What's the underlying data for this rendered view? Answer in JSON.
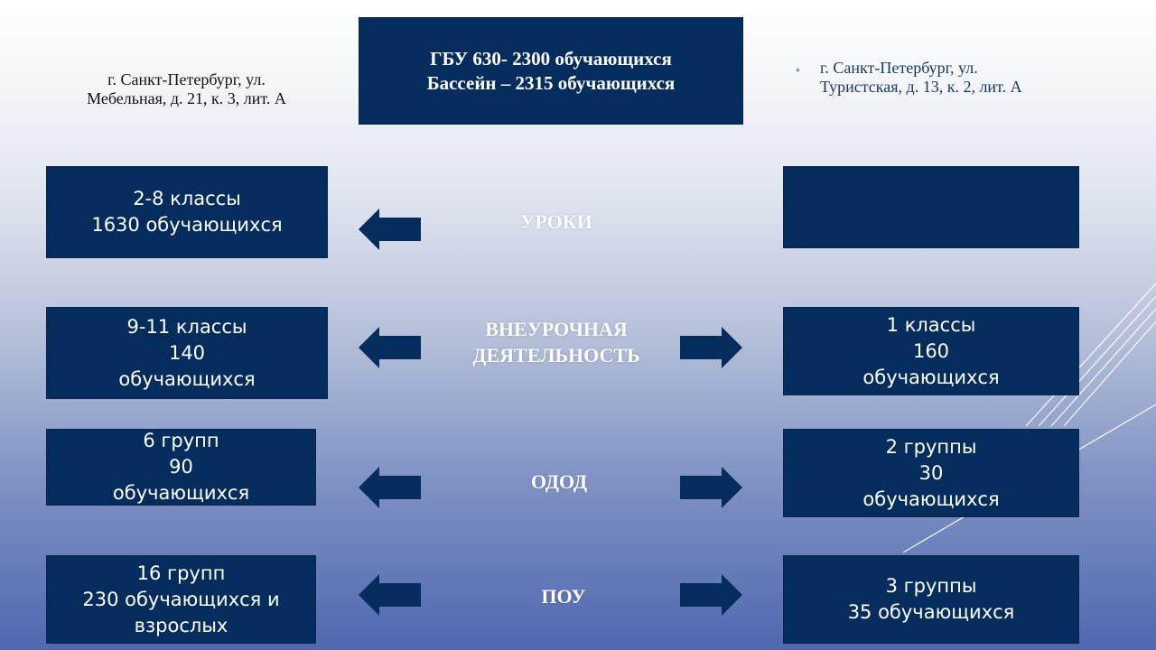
{
  "header": {
    "center": "ГБУ 630- 2300 обучающихся\nБассейн – 2315 обучающихся",
    "left_address": "г. Санкт-Петербург,  ул.\nМебельная,  д. 21, к. 3, лит. А",
    "right_address": "г. Санкт-Петербург,  ул.\nТуристская,  д. 13, к. 2, лит. А"
  },
  "rows": [
    {
      "category": "УРОКИ",
      "left": "2-8 классы\n1630 обучающихся",
      "right": ""
    },
    {
      "category": "ВНЕУРОЧНАЯ\nДЕЯТЕЛЬНОСТЬ",
      "left": "9-11 классы\n140\nобучающихся",
      "right": "1 классы\n160\nобучающихся"
    },
    {
      "category": "ОДОД",
      "left": "6 групп\n90\nобучающихся",
      "right": "2 группы\n30\nобучающихся"
    },
    {
      "category": "ПОУ",
      "left": "16 групп\n230 обучающихся и\nвзрослых",
      "right": "3 группы\n35 обучающихся"
    }
  ],
  "colors": {
    "box_fill": "#042d5e",
    "arrow_fill": "#042d5e",
    "label_text": "#ffffff"
  }
}
